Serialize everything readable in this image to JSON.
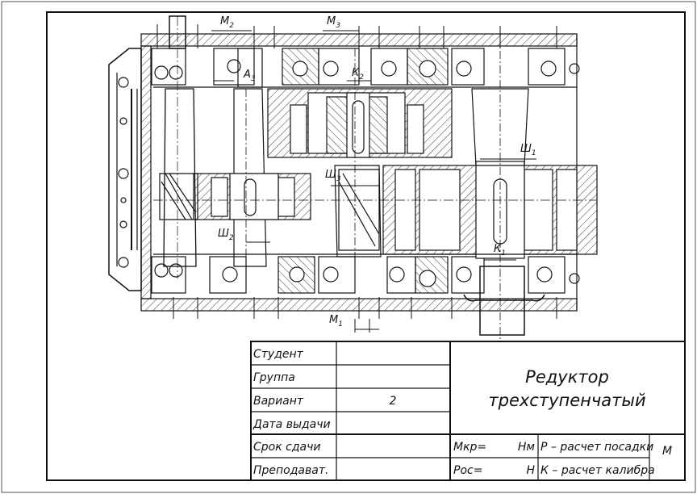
{
  "title_block": {
    "labels": {
      "student": "Студент",
      "group": "Группа",
      "variant": "Вариант",
      "issue_date": "Дата выдачи",
      "due_date": "Срок сдачи",
      "teacher": "Преподават."
    },
    "variant_value": "2",
    "title_line1": "Редуктор",
    "title_line2": "трехступенчатый",
    "mkr_label": "Мкр=",
    "mkr_unit": "Нм",
    "ros_label": "Рос=",
    "ros_unit": "Н",
    "p_note": "Р – расчет посадки",
    "k_note": "К – расчет калибра",
    "m_letter": "М"
  },
  "callouts": {
    "M": "М",
    "A": "А",
    "K": "К",
    "Sh": "Ш",
    "s1": "1",
    "s2": "2",
    "s3": "3"
  }
}
